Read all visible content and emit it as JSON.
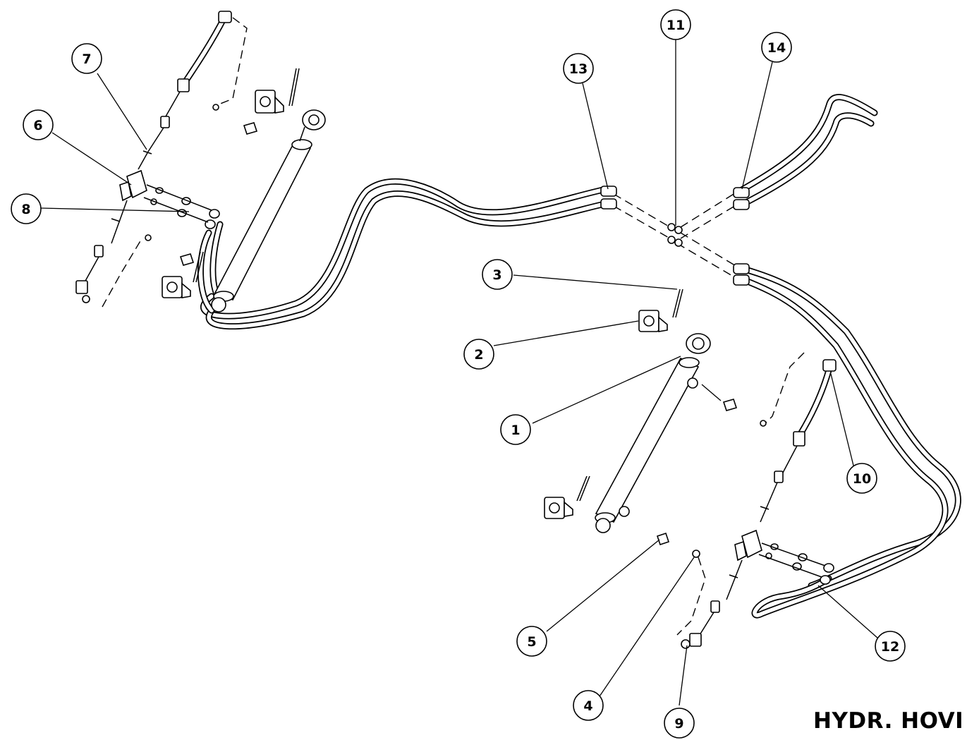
{
  "diagram": {
    "title": "HYDR. HOVI",
    "callouts": [
      {
        "id": "c1",
        "label": "1"
      },
      {
        "id": "c2",
        "label": "2"
      },
      {
        "id": "c3",
        "label": "3"
      },
      {
        "id": "c4",
        "label": "4"
      },
      {
        "id": "c5",
        "label": "5"
      },
      {
        "id": "c6",
        "label": "6"
      },
      {
        "id": "c7",
        "label": "7"
      },
      {
        "id": "c8",
        "label": "8"
      },
      {
        "id": "c9",
        "label": "9"
      },
      {
        "id": "c10",
        "label": "10"
      },
      {
        "id": "c11",
        "label": "11"
      },
      {
        "id": "c12",
        "label": "12"
      },
      {
        "id": "c13",
        "label": "13"
      },
      {
        "id": "c14",
        "label": "14"
      }
    ]
  }
}
